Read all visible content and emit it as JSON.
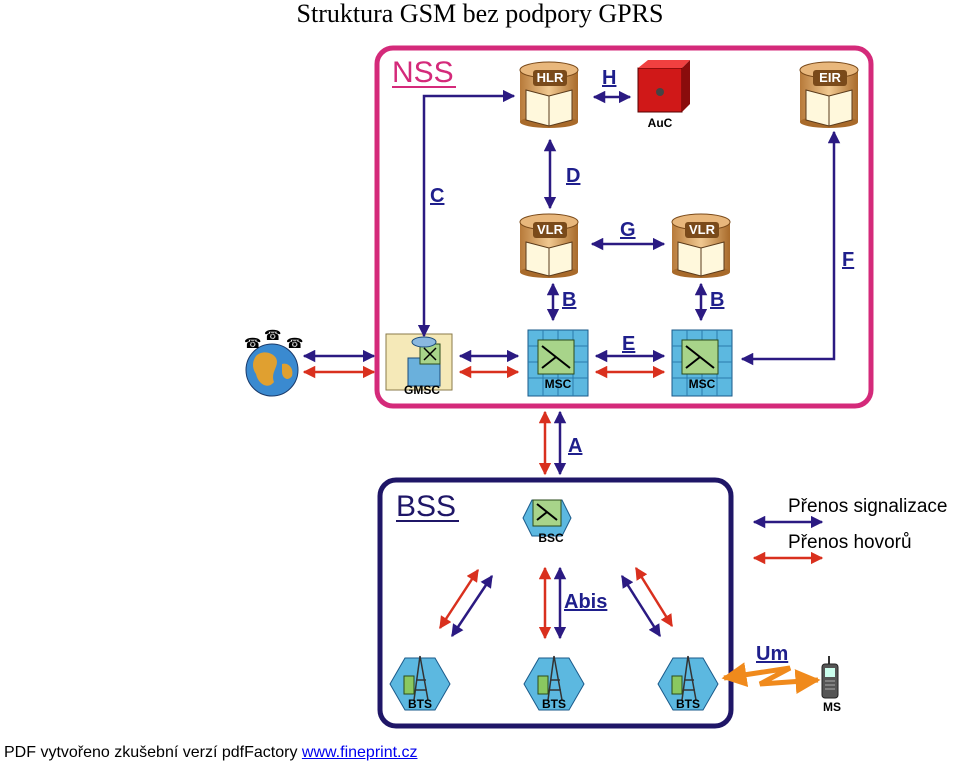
{
  "title": "Struktura GSM bez podpory GPRS",
  "colors": {
    "nss_border": "#d42a7a",
    "bss_border": "#1f1667",
    "signal": "#2b1a82",
    "voice": "#d9301e",
    "radio": "#f08a1c"
  },
  "nss": {
    "label": "NSS"
  },
  "bss": {
    "label": "BSS"
  },
  "nodes": {
    "hlr": "HLR",
    "auc": "AuC",
    "eir": "EIR",
    "vlr1": "VLR",
    "vlr2": "VLR",
    "gmsc": "GMSC",
    "msc1": "MSC",
    "msc2": "MSC",
    "bsc": "BSC",
    "bts1": "BTS",
    "bts2": "BTS",
    "bts3": "BTS",
    "ms": "MS"
  },
  "interfaces": {
    "h": "H",
    "d": "D",
    "c": "C",
    "g": "G",
    "f": "F",
    "b1": "B",
    "b2": "B",
    "e": "E",
    "a": "A",
    "abis": "Abis",
    "um": "Um"
  },
  "legend": {
    "signal": "Přenos signalizace",
    "voice": "Přenos hovorů"
  },
  "footer": {
    "text": "PDF vytvořeno zkušební verzí pdfFactory ",
    "link": "www.fineprint.cz"
  }
}
